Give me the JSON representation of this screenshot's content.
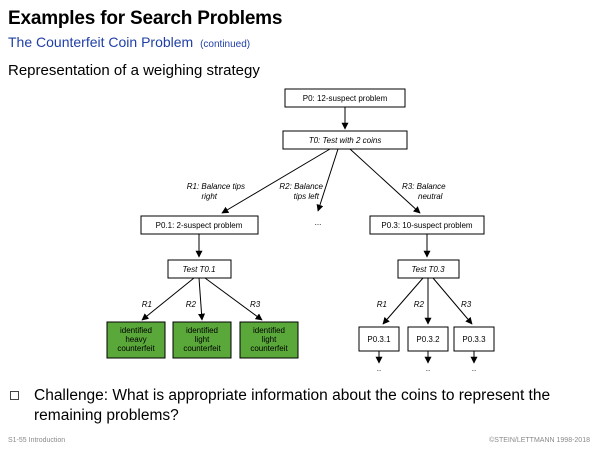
{
  "header": {
    "title": "Examples for Search Problems",
    "subtitle": "The Counterfeit Coin Problem",
    "subtitle_note": "(continued)"
  },
  "section_heading": "Representation of a weighing strategy",
  "diagram": {
    "nodes": {
      "p0": "P0: 12-suspect problem",
      "t0": "T0: Test with 2 coins",
      "p01": "P0.1: 2-suspect problem",
      "p03": "P0.3: 10-suspect problem",
      "t01": "Test T0.1",
      "t03": "Test T0.3",
      "leaf_heavy": [
        "identified",
        "heavy",
        "counterfeit"
      ],
      "leaf_light1": [
        "identified",
        "light",
        "counterfeit"
      ],
      "leaf_light2": [
        "identified",
        "light",
        "counterfeit"
      ],
      "p031": "P0.3.1",
      "p032": "P0.3.2",
      "p033": "P0.3.3",
      "mid_ellipsis": "...",
      "bottom_ellipsis": ".."
    },
    "edge_labels": {
      "r1_top": [
        "R1: Balance tips",
        "right"
      ],
      "r2_top": [
        "R2: Balance",
        "tips left"
      ],
      "r3_top": [
        "R3: Balance",
        "neutral"
      ],
      "r1": "R1",
      "r2": "R2",
      "r3": "R3"
    },
    "colors": {
      "leaf_fill": "#5aa83a",
      "stroke": "#000000"
    }
  },
  "bullet": {
    "text": "Challenge: What is appropriate information about the coins to represent the remaining problems?"
  },
  "footer": {
    "left": "S1-55   Introduction",
    "right": "©STEIN/LETTMANN 1998-2018"
  }
}
